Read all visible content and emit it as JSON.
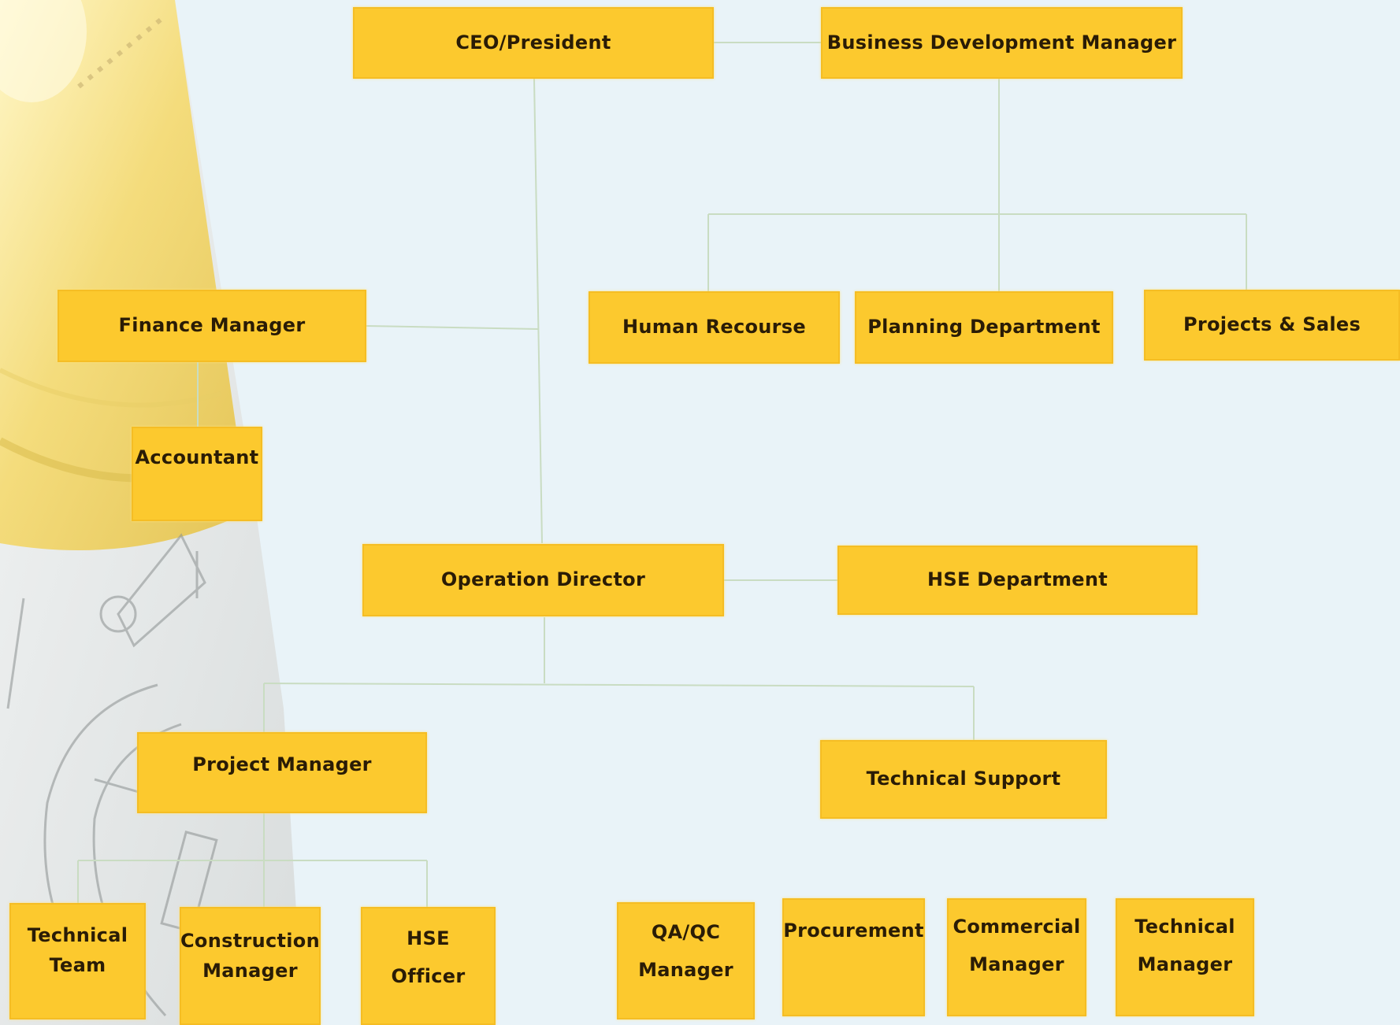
{
  "chart": {
    "nodes": [
      {
        "id": "ceo",
        "label": "CEO/President"
      },
      {
        "id": "bdm",
        "label": "Business Development Manager"
      },
      {
        "id": "finance",
        "label": "Finance Manager"
      },
      {
        "id": "hr",
        "label": "Human Recourse"
      },
      {
        "id": "planning",
        "label": "Planning Department"
      },
      {
        "id": "projects_sales",
        "label": "Projects & Sales"
      },
      {
        "id": "accountant",
        "label": "Accountant"
      },
      {
        "id": "operations",
        "label": "Operation Director"
      },
      {
        "id": "hse_dept",
        "label": "HSE Department"
      },
      {
        "id": "project_manager",
        "label": "Project Manager"
      },
      {
        "id": "tech_support",
        "label": "Technical Support"
      },
      {
        "id": "tech_team",
        "label": "Technical\nTeam"
      },
      {
        "id": "construction",
        "label": "Construction\nManager"
      },
      {
        "id": "hse_officer",
        "label": "HSE\nOfficer"
      },
      {
        "id": "qaqc",
        "label": "QA/QC\nManager"
      },
      {
        "id": "procurement",
        "label": "Procurement"
      },
      {
        "id": "commercial",
        "label": "Commercial\nManager"
      },
      {
        "id": "tech_manager",
        "label": "Technical\nManager"
      }
    ],
    "links": [
      {
        "from": "ceo",
        "to": "bdm"
      },
      {
        "from": "ceo",
        "to": "finance"
      },
      {
        "from": "ceo",
        "to": "operations"
      },
      {
        "from": "bdm",
        "to": "hr"
      },
      {
        "from": "bdm",
        "to": "planning"
      },
      {
        "from": "bdm",
        "to": "projects_sales"
      },
      {
        "from": "finance",
        "to": "accountant"
      },
      {
        "from": "operations",
        "to": "hse_dept"
      },
      {
        "from": "operations",
        "to": "project_manager"
      },
      {
        "from": "operations",
        "to": "tech_support"
      },
      {
        "from": "project_manager",
        "to": "tech_team"
      },
      {
        "from": "project_manager",
        "to": "construction"
      },
      {
        "from": "project_manager",
        "to": "hse_officer"
      }
    ]
  },
  "colors": {
    "background": "#e9f3f8",
    "box": "#fcc92e",
    "box_text": "#2a1c06",
    "connector": "#c9dcc2"
  },
  "decor": {
    "left_artwork": "hard-hat-and-blueprints-icon"
  }
}
